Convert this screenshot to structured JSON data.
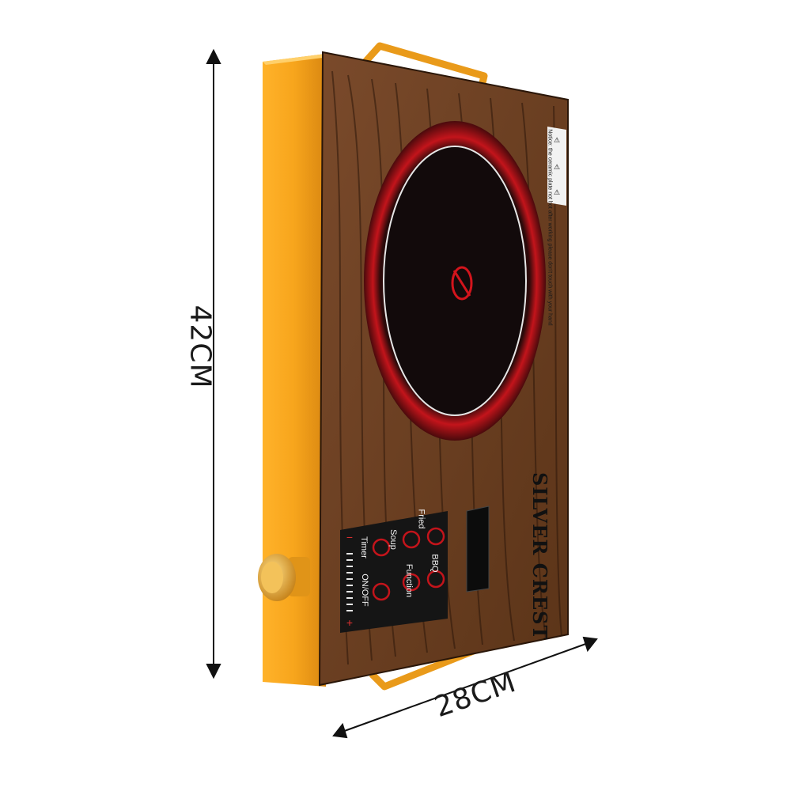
{
  "dimensions": {
    "height": "42CM",
    "width": "28CM"
  },
  "brand": "SILVER CREST",
  "controls": [
    "Fried",
    "BBQ",
    "Soup",
    "Function",
    "Timer",
    "ON/OFF"
  ],
  "warning_text": "Notice: the ceramic plate not hot after working please don't touch with your hand",
  "colors": {
    "body": "#f0a21c",
    "wood": "#6b3f22",
    "burner": "#b8121a",
    "panel": "#151515"
  }
}
